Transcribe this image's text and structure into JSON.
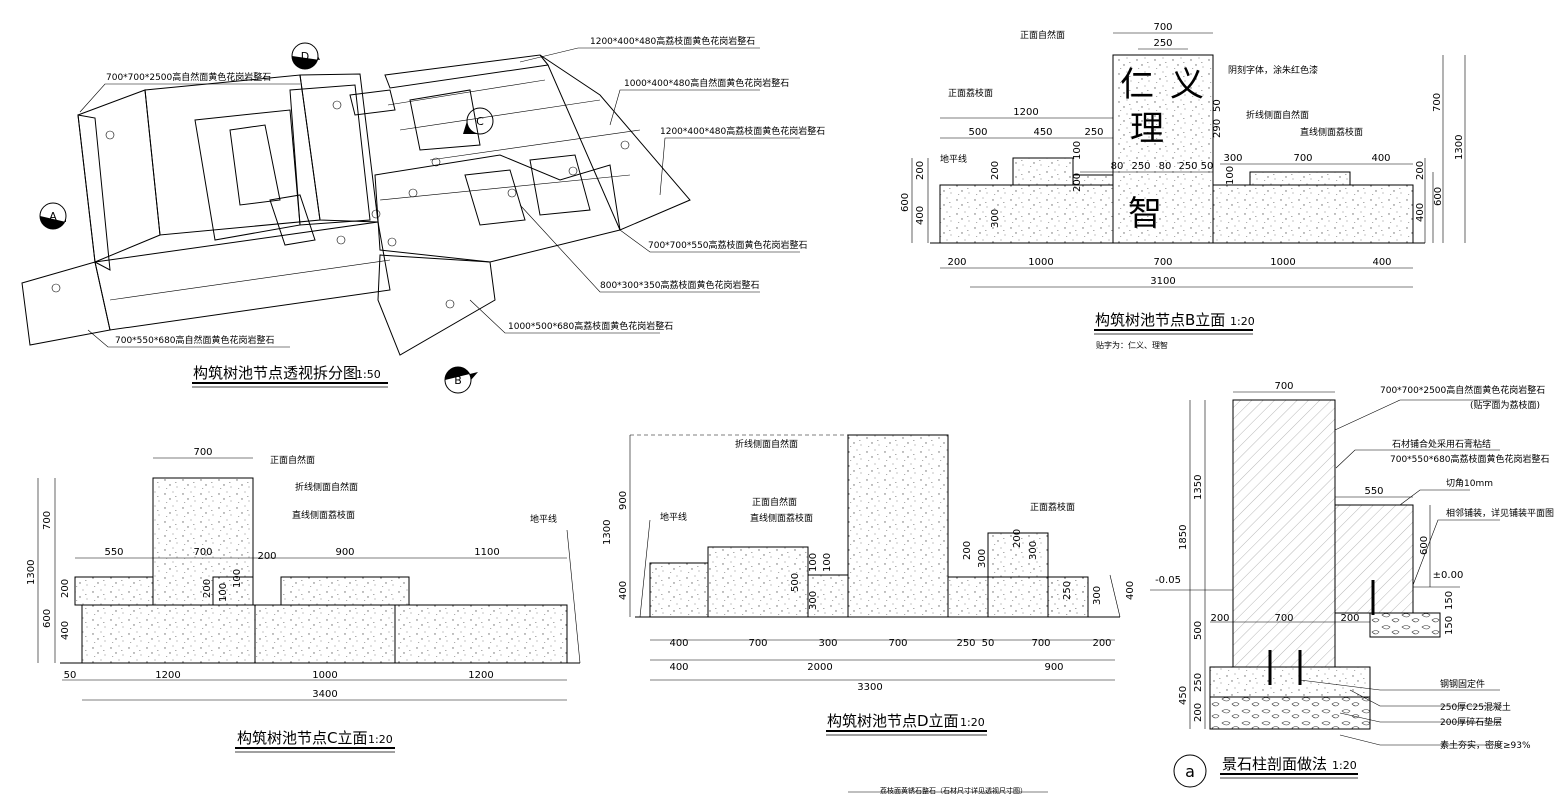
{
  "iso": {
    "title": "构筑树池节点透视拆分图",
    "scale": "1:50",
    "labels": [
      "700*700*2500高自然面黄色花岗岩整石",
      "1200*400*480高荔枝面黄色花岗岩整石",
      "1000*400*480高自然面黄色花岗岩整石",
      "1200*400*480高荔枝面黄色花岗岩整石",
      "700*700*550高荔枝面黄色花岗岩整石",
      "800*300*350高荔枝面黄色花岗岩整石",
      "1000*500*680高荔枝面黄色花岗岩整石",
      "700*550*680高自然面黄色花岗岩整石"
    ],
    "markers": [
      "A",
      "B",
      "C",
      "D"
    ]
  },
  "b": {
    "title": "构筑树池节点B立面",
    "scale": "1:20",
    "note": "贴字为：仁义、理智",
    "notes": [
      "正面自然面",
      "阴刻字体，涂朱红色漆",
      "正面荔枝面",
      "折线侧面自然面",
      "直线侧面荔枝面",
      "地平线"
    ],
    "chars": [
      "仁",
      "义",
      "理",
      "智"
    ],
    "dims_top": [
      "700",
      "250",
      "1200",
      "500",
      "450",
      "250"
    ],
    "dims_mid": [
      "80",
      "250",
      "80",
      "250",
      "50",
      "300",
      "700",
      "400"
    ],
    "dims_v": [
      "50",
      "290",
      "290",
      "100",
      "200",
      "200",
      "200",
      "300",
      "600",
      "400",
      "100",
      "200",
      "600",
      "400",
      "700",
      "1300"
    ],
    "dims_bot": [
      "200",
      "1000",
      "700",
      "1000",
      "400"
    ],
    "total": "3100"
  },
  "c": {
    "title": "构筑树池节点C立面",
    "scale": "1:20",
    "notes": [
      "正面自然面",
      "折线侧面自然面",
      "直线侧面荔枝面",
      "地平线"
    ],
    "dims_top": [
      "700",
      "550",
      "700",
      "200",
      "900",
      "1100"
    ],
    "dims_v": [
      "700",
      "1300",
      "200",
      "600",
      "400",
      "200",
      "100",
      "100"
    ],
    "dims_bot": [
      "50",
      "1200",
      "1000",
      "1200"
    ],
    "total": "3400"
  },
  "d": {
    "title": "构筑树池节点D立面",
    "scale": "1:20",
    "notes": [
      "折线侧面自然面",
      "地平线",
      "正面自然面",
      "直线侧面荔枝面",
      "正面荔枝面"
    ],
    "dims_v": [
      "900",
      "1300",
      "400",
      "500",
      "300",
      "100",
      "100",
      "200",
      "300",
      "200",
      "300",
      "250",
      "300",
      "400"
    ],
    "dims_row1": [
      "400",
      "700",
      "300",
      "700",
      "250",
      "50",
      "700",
      "200"
    ],
    "dims_row2": [
      "400",
      "2000",
      "900"
    ],
    "total": "3300"
  },
  "a": {
    "marker": "a",
    "title": "景石柱剖面做法",
    "scale": "1:20",
    "notes": [
      "700*700*2500高自然面黄色花岗岩整石",
      "(贴字面为荔枝面)",
      "石材铺合处采用石膏粘结",
      "700*550*680高荔枝面黄色花岗岩整石",
      "切角10mm",
      "相邻铺装，详见铺装平面图",
      "钢钢固定件",
      "250厚C25混凝土",
      "200厚碎石垫层",
      "素土夯实，密度≥93%"
    ],
    "dims": [
      "700",
      "550",
      "1350",
      "1850",
      "600",
      "150",
      "150",
      "500",
      "200",
      "700",
      "200",
      "250",
      "450",
      "200"
    ],
    "levels": [
      "-0.05",
      "±0.00"
    ]
  },
  "footer": {
    "partial": "荔枝面黄锈石整石（石材尺寸详见透视尺寸图）"
  }
}
